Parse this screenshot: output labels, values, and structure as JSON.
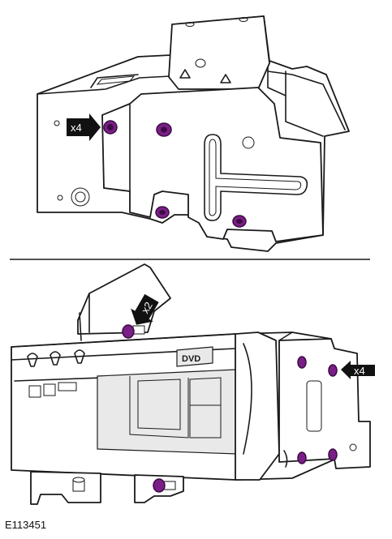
{
  "figure": {
    "reference": "E113451",
    "top_callout": "x4",
    "bottom_callout_right": "x4",
    "bottom_callout_top": "x2",
    "unit_label": "DVD"
  },
  "colors": {
    "fastener": "#7a1f86",
    "fastener_dark": "#3d0b45",
    "line": "#1a1a1a",
    "callout": "#111111"
  }
}
